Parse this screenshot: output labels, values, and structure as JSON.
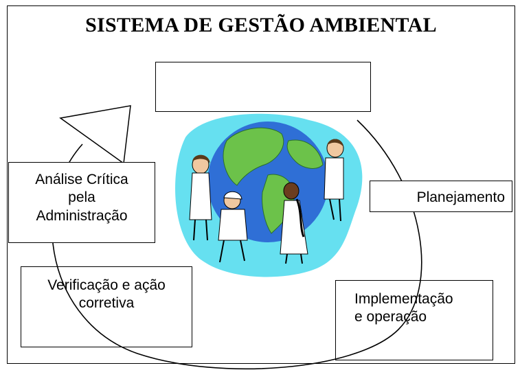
{
  "diagram": {
    "title": "SISTEMA DE GESTÃO AMBIENTAL",
    "boxes": {
      "empty_top": "",
      "analise": [
        "Análise Crítica",
        "pela",
        "Administração"
      ],
      "planejamento": "Planejamento",
      "verificacao": [
        "Verificação e ação",
        "corretiva"
      ],
      "implementacao": [
        "Implementação",
        "e operação"
      ]
    },
    "colors": {
      "ocean": "#2f6fd6",
      "land": "#6cc24a",
      "splash": "#66e0f0",
      "line": "#000000"
    }
  }
}
